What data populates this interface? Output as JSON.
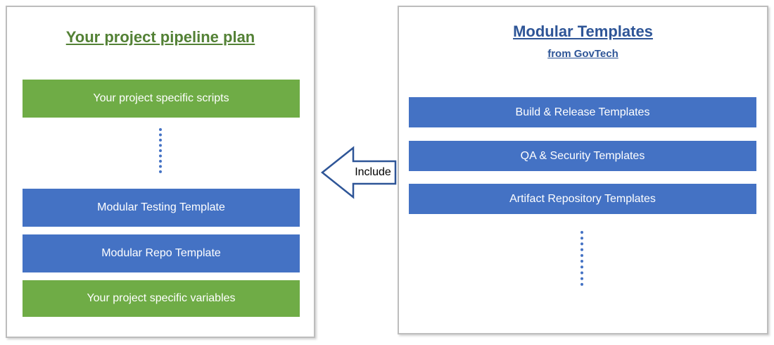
{
  "colors": {
    "box_green": "#6FAC46",
    "box_blue": "#4472C4",
    "left_title_green": "#538135",
    "right_title_blue": "#2E5597",
    "arrow_outline_blue": "#2E5597",
    "panel_border_gray": "#BDBDBD"
  },
  "left_panel": {
    "title": "Your project pipeline plan",
    "boxes": [
      {
        "label": "Your project specific scripts",
        "color": "green"
      },
      {
        "label": "Modular Testing Template",
        "color": "blue"
      },
      {
        "label": "Modular Repo Template",
        "color": "blue"
      },
      {
        "label": "Your project specific variables",
        "color": "green"
      }
    ]
  },
  "right_panel": {
    "title": "Modular Templates",
    "subtitle": "from GovTech",
    "boxes": [
      {
        "label": "Build & Release Templates",
        "color": "blue"
      },
      {
        "label": "QA & Security Templates",
        "color": "blue"
      },
      {
        "label": "Artifact Repository Templates",
        "color": "blue"
      }
    ]
  },
  "arrow": {
    "label": "Include",
    "direction": "left"
  }
}
